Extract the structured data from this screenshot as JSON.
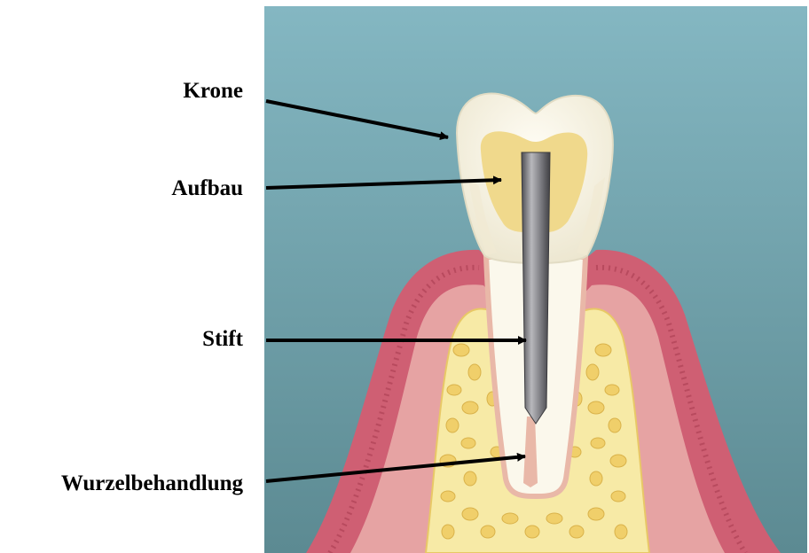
{
  "labels": {
    "crown": "Krone",
    "core": "Aufbau",
    "post": "Stift",
    "root_canal": "Wurzelbehandlung"
  },
  "colors": {
    "background_top": "#84b7c2",
    "background_bottom": "#5c8a92",
    "gum_outer": "#cf5f73",
    "gum_inner": "#e6a3a3",
    "bone": "#f7eaa6",
    "bone_cells": "#f0cf6a",
    "enamel": "#fbf8ec",
    "core": "#f0d98c",
    "post_metal": "#7c7c80",
    "arrow": "#000000"
  }
}
